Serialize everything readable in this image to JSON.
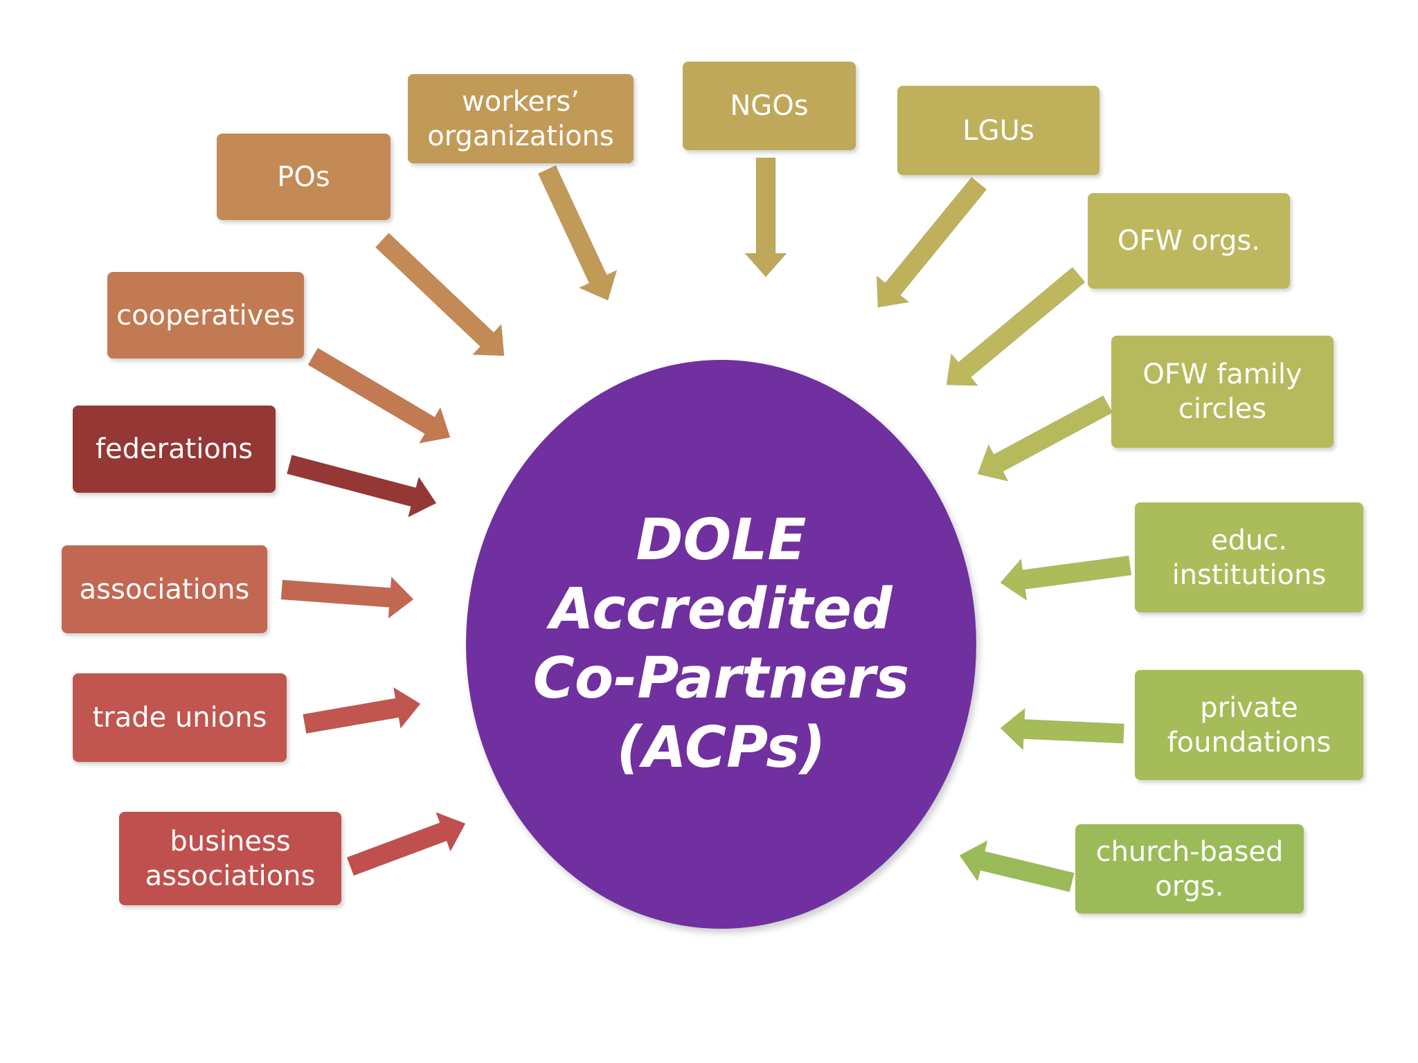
{
  "center": {
    "label": "DOLE\nAccredited\nCo-Partners\n(ACPs)",
    "color": "#7030A0"
  },
  "nodes": [
    {
      "id": "business-associations",
      "label": "business\nassociations",
      "color": "#C0504D"
    },
    {
      "id": "trade-unions",
      "label": "trade unions",
      "color": "#C0564F"
    },
    {
      "id": "associations",
      "label": "associations",
      "color": "#C26752"
    },
    {
      "id": "federations",
      "label": "federations",
      "color": "#953735"
    },
    {
      "id": "cooperatives",
      "label": "cooperatives",
      "color": "#C27A52"
    },
    {
      "id": "pos",
      "label": "POs",
      "color": "#C38A55"
    },
    {
      "id": "workers-organizations",
      "label": "workers’\norganizations",
      "color": "#C29A58"
    },
    {
      "id": "ngos",
      "label": "NGOs",
      "color": "#BFA85A"
    },
    {
      "id": "lgus",
      "label": "LGUs",
      "color": "#BFB05C"
    },
    {
      "id": "ofw-orgs",
      "label": "OFW orgs.",
      "color": "#BDB85E"
    },
    {
      "id": "ofw-family-circles",
      "label": "OFW family\ncircles",
      "color": "#B6BA5D"
    },
    {
      "id": "educ-institutions",
      "label": "educ.\ninstitutions",
      "color": "#ABBC5A"
    },
    {
      "id": "private-foundations",
      "label": "private\nfoundations",
      "color": "#A5BC58"
    },
    {
      "id": "church-based-orgs",
      "label": "church-based\norgs.",
      "color": "#9BBB59"
    }
  ]
}
